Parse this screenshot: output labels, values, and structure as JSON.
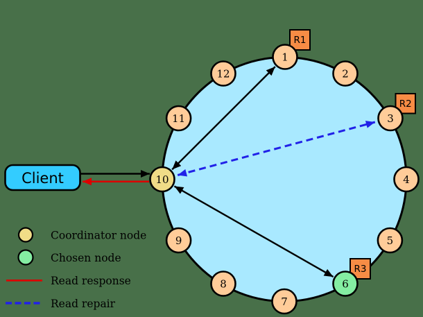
{
  "background_color": "#487049",
  "client": {
    "label": "Client",
    "fill": "#33CCFF"
  },
  "ring": {
    "fill": "#A9E9FF",
    "nodes": [
      {
        "label": "1",
        "role": "replica-with-tag"
      },
      {
        "label": "2",
        "role": "member"
      },
      {
        "label": "3",
        "role": "replica-with-tag"
      },
      {
        "label": "4",
        "role": "member"
      },
      {
        "label": "5",
        "role": "member"
      },
      {
        "label": "6",
        "role": "chosen"
      },
      {
        "label": "7",
        "role": "member"
      },
      {
        "label": "8",
        "role": "member"
      },
      {
        "label": "9",
        "role": "member"
      },
      {
        "label": "10",
        "role": "coordinator"
      },
      {
        "label": "11",
        "role": "member"
      },
      {
        "label": "12",
        "role": "member"
      }
    ]
  },
  "node_colors": {
    "default": "#FFCC99",
    "coordinator": "#F0DC87",
    "chosen": "#84EDA2"
  },
  "replica_tag_color": "#F78C45",
  "replica_tags": [
    {
      "label": "R1"
    },
    {
      "label": "R2"
    },
    {
      "label": "R3"
    }
  ],
  "line_colors": {
    "request": "#000000",
    "read_response": "#DD0000",
    "read_repair": "#2121E8"
  },
  "legend": {
    "items": [
      {
        "label": "Coordinator node",
        "symbol": "coordinator-circle"
      },
      {
        "label": "Chosen node",
        "symbol": "chosen-circle"
      },
      {
        "label": "Read response",
        "symbol": "red-solid-line"
      },
      {
        "label": "Read repair",
        "symbol": "blue-dashed-line"
      }
    ]
  }
}
